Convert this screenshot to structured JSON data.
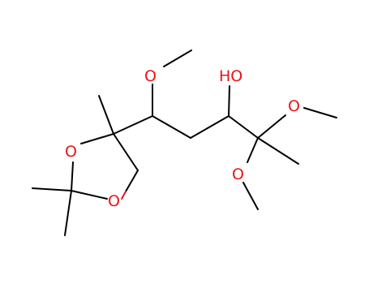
{
  "molecule": {
    "atoms": {
      "o_methoxy_top": "O",
      "hydroxyl": "HO",
      "o_methoxy_right_upper": "O",
      "o_methoxy_right_lower": "O",
      "o_ring_upper": "O",
      "o_ring_lower": "O"
    },
    "colors": {
      "carbon_bond": "#000000",
      "oxygen": "#e8141b",
      "background": "#ffffff"
    }
  }
}
